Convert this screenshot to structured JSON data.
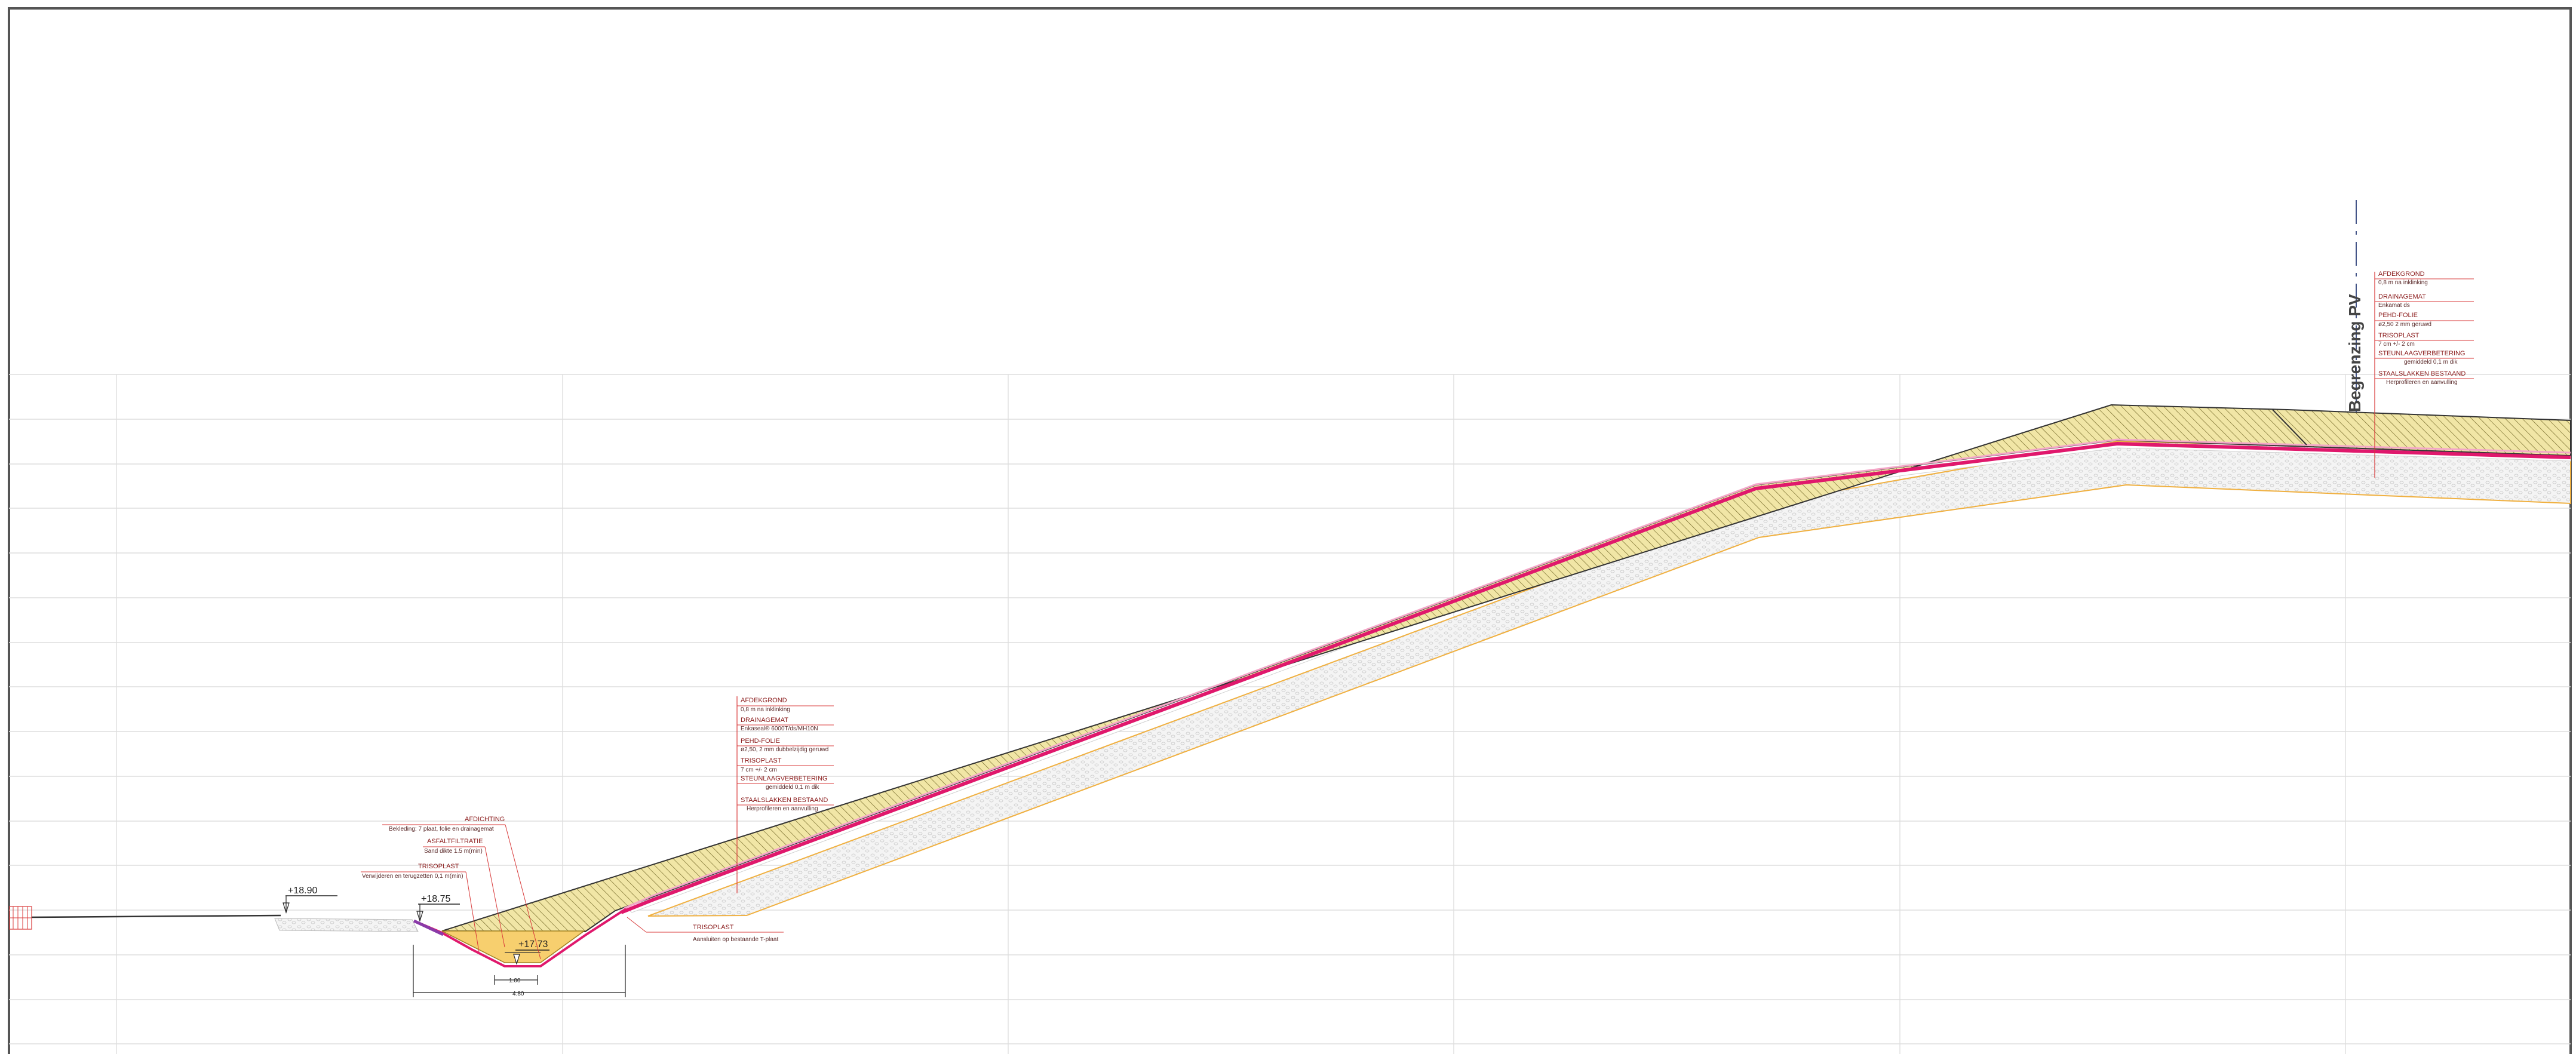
{
  "levels": {
    "embankment_left": "+18.90",
    "ditch_top": "+18.75",
    "ditch_bottom": "+17.73"
  },
  "dimensions": {
    "ditch_bottom_width": "1.00",
    "ditch_total_width": "4.80"
  },
  "boundary_label": "Begrenzing PV",
  "layer_labels_slope": [
    {
      "title": "AFDEKGROND",
      "desc": "0,8 m na inklinking"
    },
    {
      "title": "DRAINAGEMAT",
      "desc": "Enkaseal® 6000T/ds/MH10N"
    },
    {
      "title": "PEHD-FOLIE",
      "desc": "ø2,50, 2 mm dubbelzijdig geruwd"
    },
    {
      "title": "TRISOPLAST",
      "desc": "7 cm +/- 2 cm"
    },
    {
      "title": "STEUNLAAGVERBETERING",
      "desc": "gemiddeld 0,1 m dik"
    },
    {
      "title": "STAALSLAKKEN BESTAAND",
      "desc": "Herprofileren en aanvulling"
    }
  ],
  "layer_labels_top": [
    {
      "title": "AFDEKGROND",
      "desc": "0,8 m na inklinking"
    },
    {
      "title": "DRAINAGEMAT",
      "desc": "Enkamat ds"
    },
    {
      "title": "PEHD-FOLIE",
      "desc": "ø2,50 2 mm geruwd"
    },
    {
      "title": "TRISOPLAST",
      "desc": "7 cm +/- 2 cm"
    },
    {
      "title": "STEUNLAAGVERBETERING",
      "desc": "gemiddeld 0,1 m dik"
    },
    {
      "title": "STAALSLAKKEN BESTAAND",
      "desc": "Herprofileren en aanvulling"
    }
  ],
  "layer_labels_ditch": [
    {
      "title": "AFDICHTING",
      "desc": "Bekleding: 7 plaat, folie en drainagemat"
    },
    {
      "title": "ASFALTFILTRATIE",
      "desc": "Sand dikte 1.5 m(min)"
    },
    {
      "title": "TRISOPLAST",
      "desc": "Verwijderen en terugzetten 0,1 m(min)"
    }
  ],
  "label_trisoplast_bottom": {
    "title": "TRISOPLAST",
    "desc": "Aansluiten op bestaande T-plaat"
  },
  "colors": {
    "cover_soil": "#f1e6a6",
    "cover_hatch": "#6b6020",
    "membrane": "#e0186c",
    "membrane_pink": "#f4a7c8",
    "slag_fill": "#efefef",
    "boundary_line": "#f0b040",
    "annotation": "#d83a3a",
    "grid": "#dcdcdc",
    "ditch_fill": "#f7cf6e",
    "purple_layer": "#8a3aa8"
  }
}
